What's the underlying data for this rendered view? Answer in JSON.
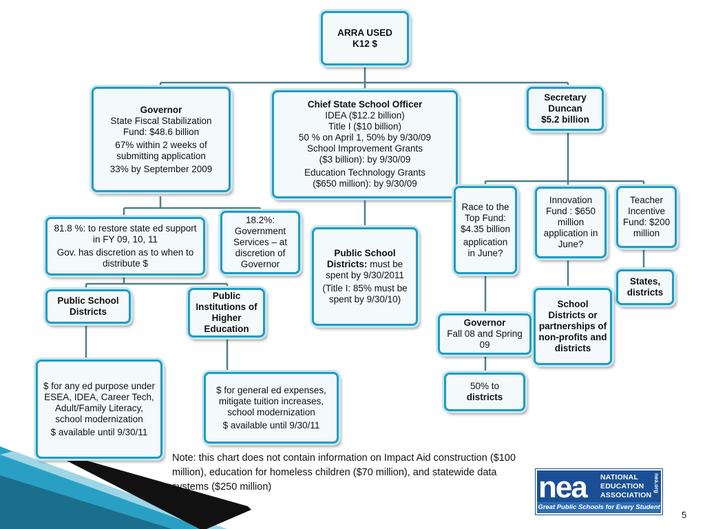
{
  "diagram": {
    "root": {
      "line1": "ARRA USED",
      "line2": "K12 $"
    },
    "governor": {
      "title": "Governor",
      "line1": "State Fiscal Stabilization",
      "line2": "Fund: $48.6 billion",
      "line3": "67% within 2 weeks of submitting application",
      "line4": "33% by September 2009"
    },
    "chief": {
      "title": "Chief State School Officer",
      "line1": "IDEA ($12.2 billion)",
      "line2": "Title I ($10 billion)",
      "line3": "50 % on April 1, 50% by 9/30/09",
      "line4": "School Improvement Grants",
      "line5": "($3 billion): by 9/30/09",
      "line6": "Education Technology Grants",
      "line7": "($650 million): by 9/30/09"
    },
    "secretary": {
      "line1": "Secretary",
      "line2": "Duncan",
      "line3": "$5.2 billion"
    },
    "restore": {
      "line1": "81.8 %: to restore state ed support in FY 09, 10, 11",
      "line2": "Gov. has discretion as to when to distribute $"
    },
    "gov_services": {
      "text": "18.2%: Government Services – at discretion of Governor"
    },
    "psd_chief": {
      "title": "Public School Districts:",
      "rest": " must be spent by 9/30/2011",
      "line2": "(Title I: 85% must be spent by 9/30/10)"
    },
    "race": {
      "line1": "Race to the Top Fund: $4.35 billion",
      "line2": "application in  June?"
    },
    "innovation": {
      "text": "Innovation Fund : $650 million application in June?"
    },
    "teacher": {
      "text": "Teacher Incentive Fund: $200 million"
    },
    "psd": {
      "text": "Public School Districts"
    },
    "higher_ed": {
      "text": "Public Institutions of Higher Education"
    },
    "states": {
      "text": "States, districts"
    },
    "governor2": {
      "title": "Governor",
      "line1": "Fall 08 and Spring 09"
    },
    "school_districts": {
      "text": "School Districts or partnerships of non-profits and districts"
    },
    "any_ed": {
      "line1": "$ for any ed purpose under ESEA, IDEA, Career Tech, Adult/Family Literacy, school modernization",
      "line2": "$ available until 9/30/11"
    },
    "general_ed": {
      "line1": "$ for general ed expenses, mitigate tuition increases, school modernization",
      "line2": "$ available until 9/30/11"
    },
    "fifty": {
      "line1": "50% to",
      "line2": "districts"
    }
  },
  "note": "Note: this chart does not contain information on Impact Aid construction ($100 million), education for homeless children ($70 million), and statewide data systems ($250 million)",
  "logo": {
    "mark": "nea",
    "name_line1": "NATIONAL",
    "name_line2": "EDUCATION",
    "name_line3": "ASSOCIATION",
    "url": "nea.org",
    "tagline": "Great Public Schools for Every Student"
  },
  "page_number": "5",
  "colors": {
    "border": "#1f9cc2",
    "fill": "#f4f9fb",
    "connector": "#4f7f8a",
    "logo_blue": "#1b4f95"
  }
}
